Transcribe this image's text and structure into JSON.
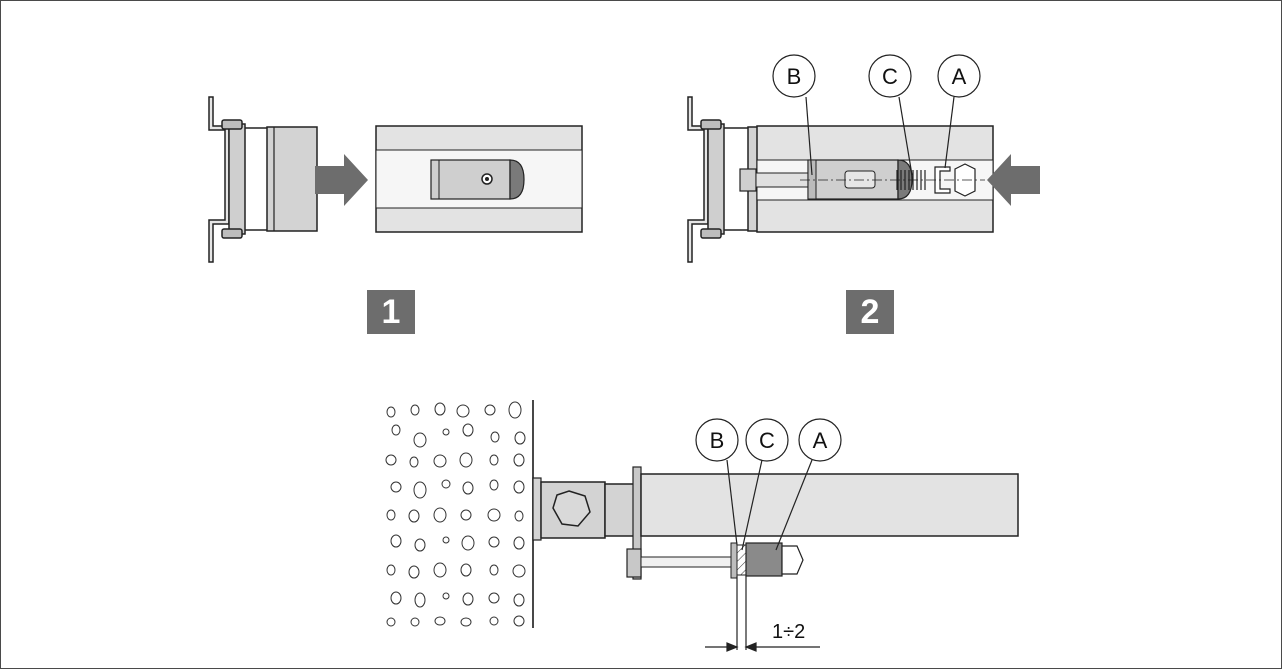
{
  "steps": [
    {
      "number": "1"
    },
    {
      "number": "2"
    }
  ],
  "callouts": {
    "step2": {
      "b": "B",
      "c": "C",
      "a": "A"
    },
    "detail": {
      "b": "B",
      "c": "C",
      "a": "A"
    }
  },
  "dimension": {
    "label": "1÷2"
  },
  "colors": {
    "steel_fill": "#d9d9d9",
    "dark_fill": "#8a8a8a",
    "arrow": "#6d6d6d",
    "line": "#222222"
  }
}
